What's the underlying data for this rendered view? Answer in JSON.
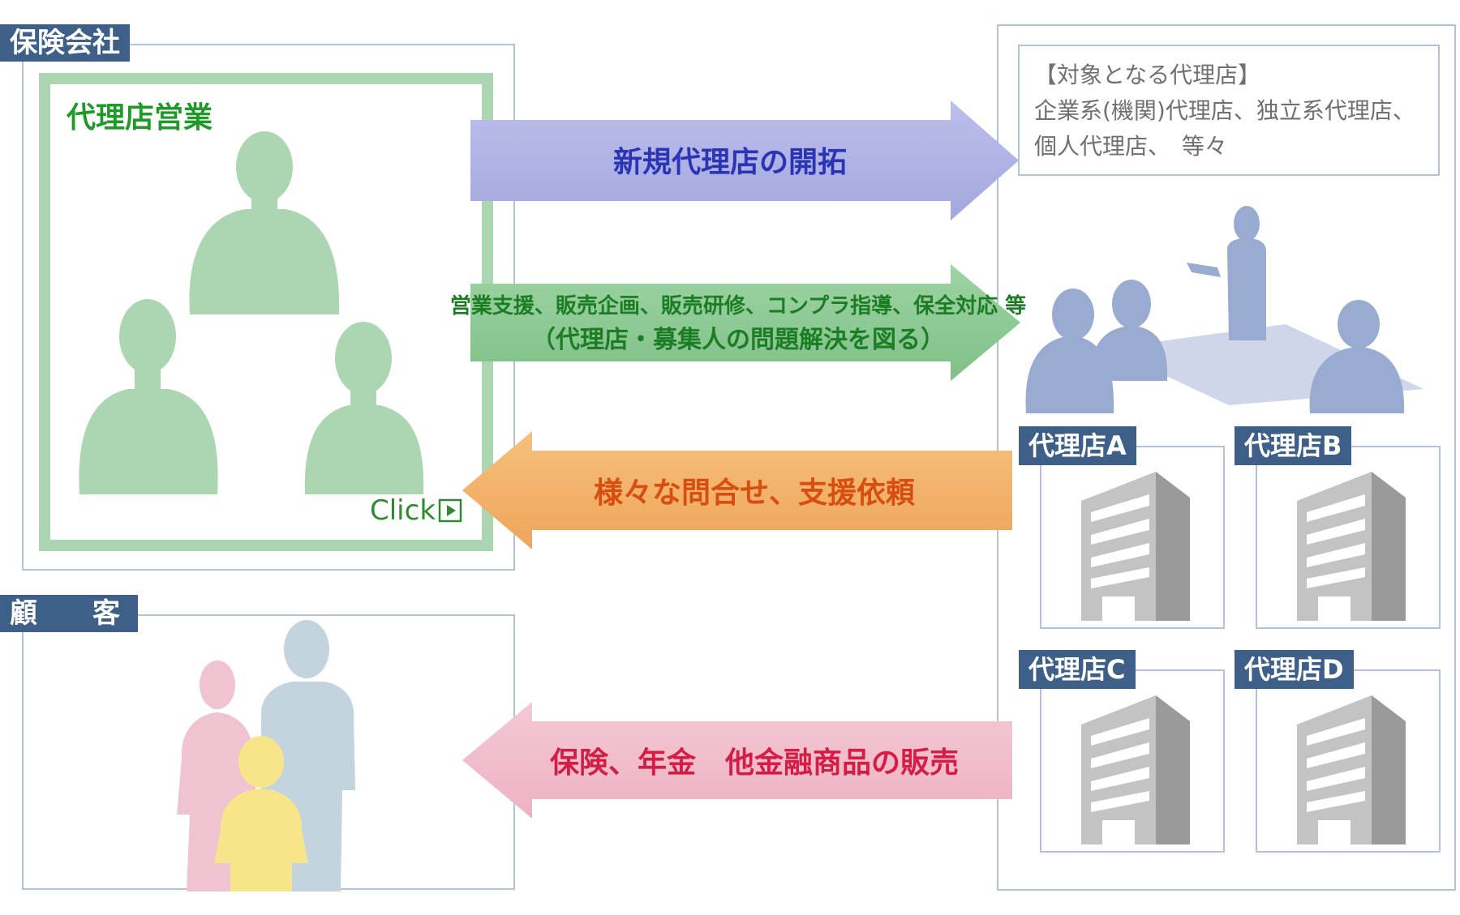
{
  "insurer": {
    "label": "保険会社",
    "sales_title": "代理店営業",
    "click_label": "Click"
  },
  "customer": {
    "label": "顧　　客"
  },
  "target": {
    "heading": "【対象となる代理店】",
    "line1": "企業系(機関)代理店、独立系代理店、",
    "line2": "個人代理店、　等々"
  },
  "arrows": {
    "new_agency": "新規代理店の開拓",
    "support_line1": "営業支援、販売企画、販売研修、コンプラ指導、保全対応 等",
    "support_line2": "（代理店・募集人の問題解決を図る）",
    "inquiries": "様々な問合せ、支援依頼",
    "sales": "保険、年金　他金融商品の販売"
  },
  "agencies": [
    "代理店A",
    "代理店B",
    "代理店C",
    "代理店D"
  ],
  "colors": {
    "tag_bg": "#3e6088",
    "panel_border": "#b3c2d6",
    "green_frame": "#acd6b1",
    "green_title": "#1f9a28",
    "arrow_blue": "#aeb1e3",
    "arrow_green": "#8dca94",
    "arrow_orange": "#f2b26a",
    "arrow_pink": "#f0bccb",
    "text_blue": "#2a34b5",
    "text_green": "#1c7d24",
    "text_orange": "#d84d10",
    "text_red": "#d41d45"
  }
}
